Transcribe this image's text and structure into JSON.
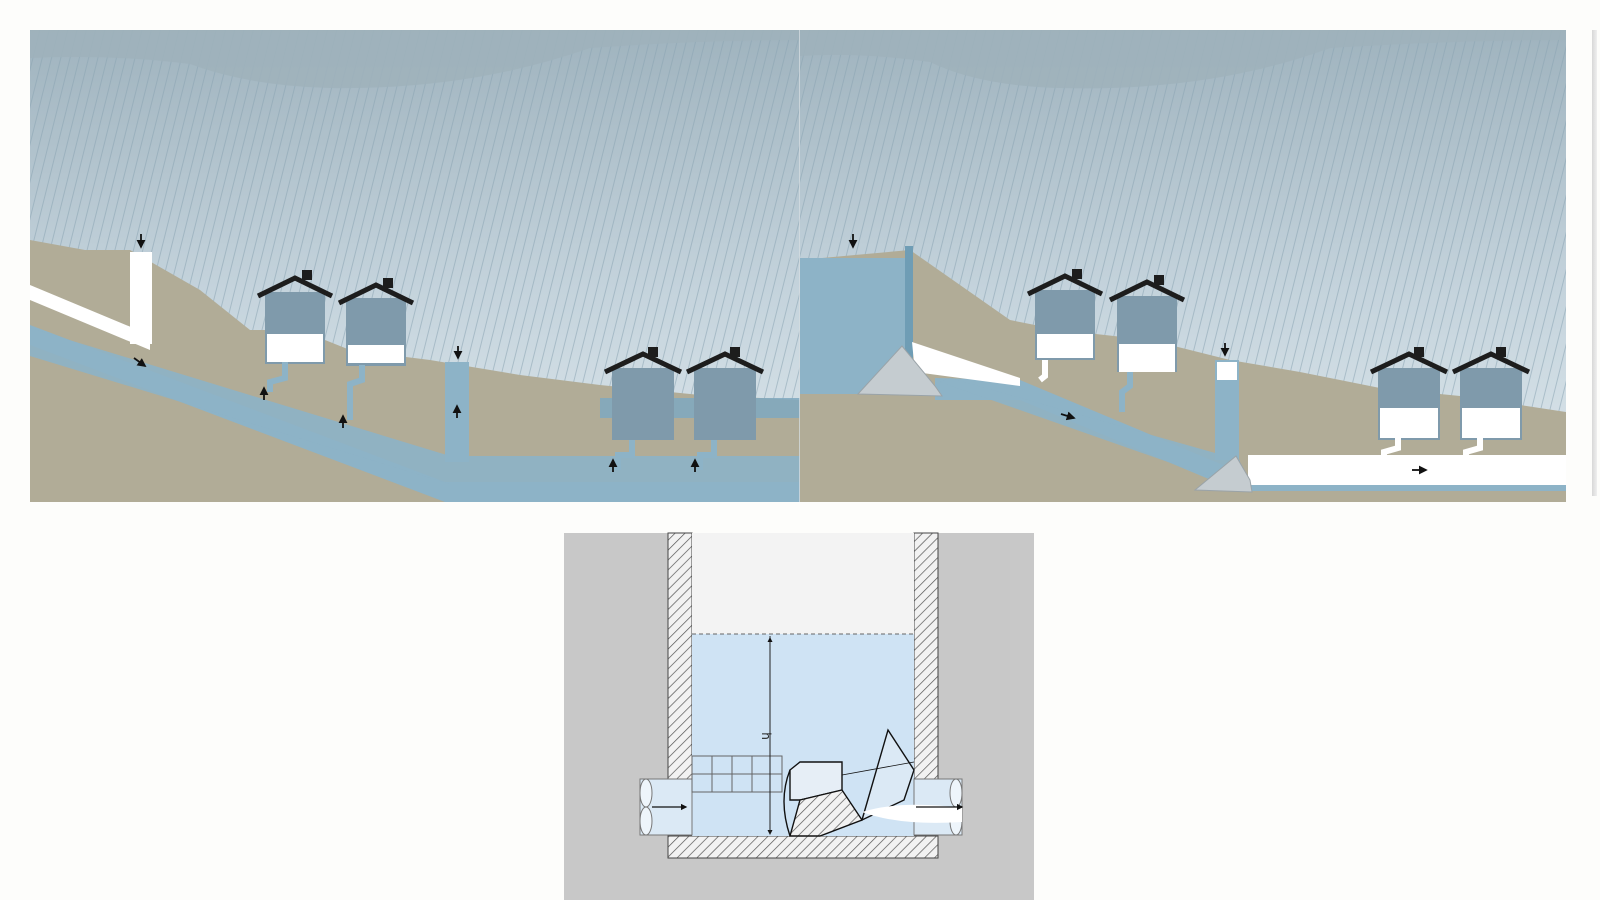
{
  "diagram": {
    "panels": [
      {
        "id": "without-backflow-protection"
      },
      {
        "id": "with-backflow-protection"
      }
    ],
    "shaft": {
      "dimension_label": "h"
    },
    "colors": {
      "sky_top": "#a7b9c2",
      "sky_bottom": "#dbe5ea",
      "rain_streak": "#8fa8b6",
      "ground": "#b2ad98",
      "water": "#8fb4c8",
      "water_dark": "#6f9db5",
      "house": "#7c98a9",
      "roof": "#1d1d1d",
      "shaft_frame": "#c7c7c7",
      "shaft_water": "#cfe3f4",
      "concrete_hatch": "#555555"
    }
  }
}
